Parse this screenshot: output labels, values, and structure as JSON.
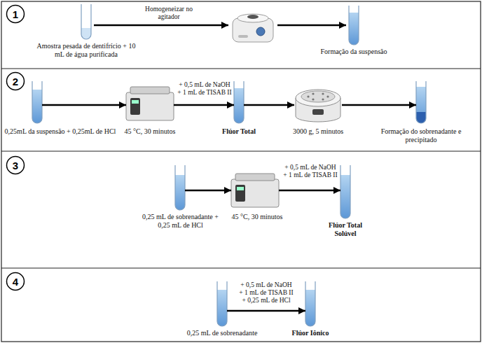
{
  "diagram": {
    "nodes": [
      {
        "text": [
          "1"
        ]
      },
      {
        "text": [
          "Amostra pesada de dentifrício + 10 mL de água purificada"
        ]
      },
      {
        "text": [
          "Formação da suspensão"
        ]
      },
      {
        "text": [
          "2"
        ]
      },
      {
        "text": [
          "0,25mL da suspensão + 0,25mL de HCl"
        ]
      },
      {
        "text": [
          "45 °C, 30 minutos"
        ]
      },
      {
        "text": [
          "Flúor Total"
        ]
      },
      {
        "text": [
          "3000 g, 5 minutos"
        ]
      },
      {
        "text": [
          "Formação do sobrenadante e precipitado"
        ]
      },
      {
        "text": [
          "3"
        ]
      },
      {
        "text": [
          "0,25 mL de sobrenadante + 0,25 mL de HCl"
        ]
      },
      {
        "text": [
          "45 °C, 30 minutos"
        ]
      },
      {
        "text": [
          "Flúor Total Solúvel"
        ]
      },
      {
        "text": [
          "4"
        ]
      },
      {
        "text": [
          "0,25 mL de sobrenadante"
        ]
      },
      {
        "text": [
          "Flúor Iônico"
        ]
      }
    ],
    "edges": [
      {
        "from": 4,
        "to": 5,
        "arrow": "to"
      },
      {
        "from": 5,
        "to": 6,
        "label": "+ 0,5 mL de NaOH + 1 mL de TISAB II",
        "arrow": "to"
      },
      {
        "from": 6,
        "to": 7,
        "arrow": "to"
      },
      {
        "from": 7,
        "to": 8,
        "arrow": "to"
      },
      {
        "from": 10,
        "to": 11,
        "arrow": "to"
      },
      {
        "from": 11,
        "to": 12,
        "label": "+ 0,5 mL de NaOH + 1 mL de TISAB II",
        "arrow": "to"
      },
      {
        "from": 14,
        "to": 15,
        "label": "+ 0,5 mL de NaOH + 1 mL de TISAB II + 0,25 mL de HCl",
        "arrow": "to"
      }
    ],
    "labels": [
      "Homogeneizar no agitador"
    ]
  }
}
